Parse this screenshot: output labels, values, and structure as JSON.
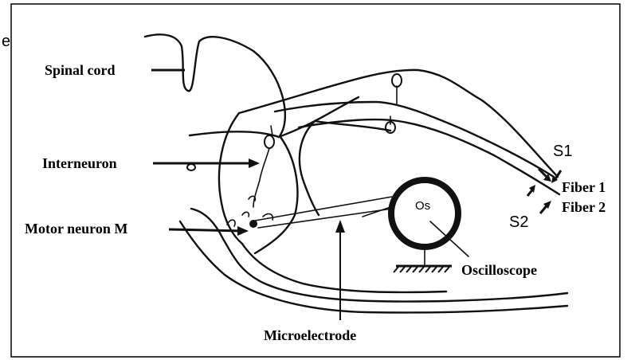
{
  "edge_glyph": "e",
  "labels": {
    "spinal_cord": "Spinal cord",
    "interneuron": "Interneuron",
    "motor_neuron": "Motor neuron  M",
    "microelectrode": "Microelectrode",
    "oscilloscope": "Oscilloscope",
    "oscilloscope_symbol": "Os",
    "fiber1": "Fiber 1",
    "fiber2": "Fiber 2",
    "s1": "S1",
    "s2": "S2"
  }
}
